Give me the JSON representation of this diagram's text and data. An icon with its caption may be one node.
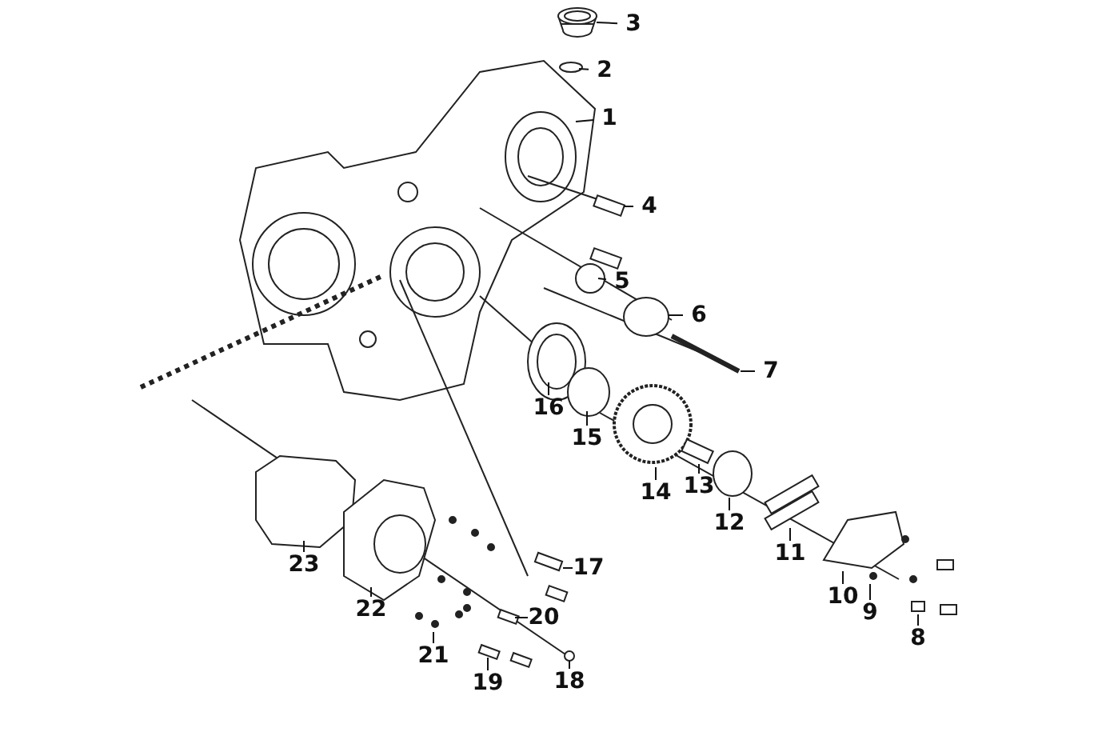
{
  "diagram": {
    "nodes": [
      {
        "text": [
          "1"
        ]
      },
      {
        "text": [
          "2"
        ]
      },
      {
        "text": [
          "3"
        ]
      },
      {
        "text": [
          "4"
        ]
      },
      {
        "text": [
          "5"
        ]
      },
      {
        "text": [
          "6"
        ]
      },
      {
        "text": [
          "7"
        ]
      },
      {
        "text": [
          "8"
        ]
      },
      {
        "text": [
          "9"
        ]
      },
      {
        "text": [
          "10"
        ]
      },
      {
        "text": [
          "11"
        ]
      },
      {
        "text": [
          "12"
        ]
      },
      {
        "text": [
          "13"
        ]
      },
      {
        "text": [
          "14"
        ]
      },
      {
        "text": [
          "15"
        ]
      },
      {
        "text": [
          "16"
        ]
      },
      {
        "text": [
          "17"
        ]
      },
      {
        "text": [
          "18"
        ]
      },
      {
        "text": [
          "19"
        ]
      },
      {
        "text": [
          "20"
        ]
      },
      {
        "text": [
          "21"
        ]
      },
      {
        "text": [
          "22"
        ]
      },
      {
        "text": [
          "23"
        ]
      },
      {
        "text": [],
        "shape": "picture"
      }
    ],
    "edges": [
      {
        "from": 0,
        "to": null,
        "arrow": "none"
      },
      {
        "from": 1,
        "to": null,
        "arrow": "none"
      },
      {
        "from": 2,
        "to": 23,
        "arrow": "none"
      },
      {
        "from": 3,
        "to": null,
        "arrow": "none"
      },
      {
        "from": 4,
        "to": null,
        "arrow": "none"
      },
      {
        "from": 5,
        "to": null,
        "arrow": "none"
      },
      {
        "from": 6,
        "to": null,
        "arrow": "none"
      },
      {
        "from": 7,
        "to": null,
        "arrow": "none"
      },
      {
        "from": 8,
        "to": null,
        "arrow": "none"
      },
      {
        "from": 9,
        "to": null,
        "arrow": "none"
      },
      {
        "from": 10,
        "to": null,
        "arrow": "none"
      },
      {
        "from": 11,
        "to": null,
        "arrow": "none"
      },
      {
        "from": 12,
        "to": null,
        "arrow": "none"
      },
      {
        "from": 13,
        "to": null,
        "arrow": "none"
      },
      {
        "from": 14,
        "to": null,
        "arrow": "none"
      },
      {
        "from": 15,
        "to": null,
        "arrow": "none"
      },
      {
        "from": 16,
        "to": null,
        "arrow": "none"
      },
      {
        "from": 17,
        "to": null,
        "arrow": "none"
      },
      {
        "from": 18,
        "to": null,
        "arrow": "none"
      },
      {
        "from": 19,
        "to": null,
        "arrow": "none"
      },
      {
        "from": 20,
        "to": null,
        "arrow": "none"
      },
      {
        "from": 21,
        "to": null,
        "arrow": "none"
      },
      {
        "from": 22,
        "to": null,
        "arrow": "none"
      }
    ]
  }
}
